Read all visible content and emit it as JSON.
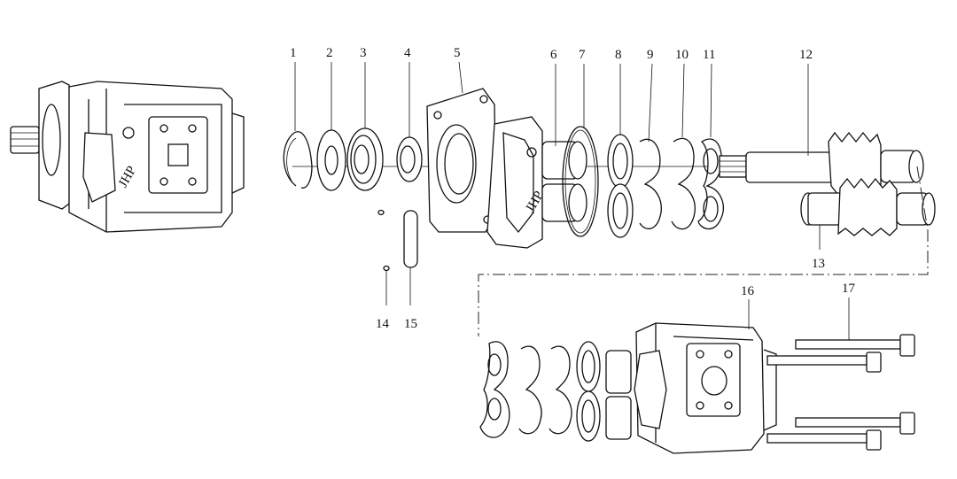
{
  "diagram": {
    "part_labels": [
      "1",
      "2",
      "3",
      "4",
      "5",
      "6",
      "7",
      "8",
      "9",
      "10",
      "11",
      "12",
      "13",
      "14",
      "15",
      "16",
      "17"
    ],
    "brand_mark": "JHP"
  }
}
